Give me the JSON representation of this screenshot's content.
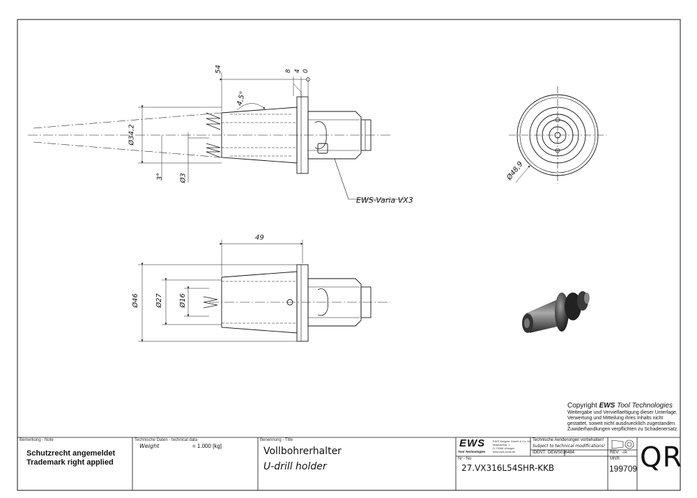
{
  "drawing": {
    "dims": {
      "top_len": "54",
      "d8": "8",
      "d4": "4",
      "d0": "0",
      "angle_45": "4,5°",
      "dia_34": "Ø34,2",
      "angle_3": "3°",
      "dia_3": "Ø3",
      "dia_48": "Ø48,9",
      "len_49": "49",
      "dia_46": "Ø46",
      "dia_27": "Ø27",
      "dia_16": "Ø16"
    },
    "callout": "EWS-Varia VX3"
  },
  "copyright": {
    "prefix": "Copyright ",
    "brand": "EWS",
    "suffix": " Tool Technologies",
    "lines": [
      "Weitergabe und Vervielfaeltigung dieser Unterlage,",
      "Verwertung und Mitteilung ihres Inhalts nicht",
      "gestattet, soweit nicht ausdruecklich zugestanden.",
      "Zuwiderhandlungen verpflichten zu Schadenersatz."
    ]
  },
  "title_block": {
    "remark_header": "Bemerkung - Note",
    "remark_line1": "Schutzrecht angemeldet",
    "remark_line2": "Trademark right applied",
    "tech_header": "Technische Daten - technical data",
    "weight_label": "Weight",
    "weight_value": "= 1.000 [kg]",
    "name_header": "Benennung - Title",
    "name_line1": "Vollbohrerhalter",
    "name_line2": "U-drill holder",
    "logo": "EWS",
    "logo_sub": "Tool Technologies",
    "company": "EWS Weigele GmbH & Co. KG",
    "address1": "Maybachstr. 1",
    "address2": "D-73066 Uhingen",
    "web": "www.ews-tools.de",
    "changes_de": "Technische Aenderungen vorbehalten!",
    "changes_en": "Subject to technical modifications!",
    "ident_label": "IDENT:",
    "ident_value": "DEWS016484",
    "rev_label": "REV:",
    "rev_value": "-/A",
    "nr_header": "Nr - No",
    "part_no": "27.VX316L54SHR-KKB",
    "mnr_header": "MNR:",
    "mnr_value": "199709",
    "qr": "QR"
  }
}
